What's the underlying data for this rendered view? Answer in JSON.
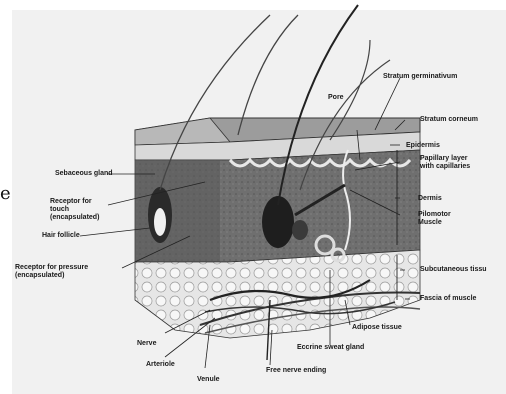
{
  "diagram": {
    "labels": {
      "stratum_germinativum": "Stratum germinativum",
      "pore": "Pore",
      "stratum_corneum": "Stratum corneum",
      "epidermis": "Epidermis",
      "papillary_layer": "Papillary layer with capillaries",
      "dermis": "Dermis",
      "pilomotor_muscle": "Pilomotor Muscle",
      "subcutaneous_tissue": "Subcutaneous tissu",
      "fascia_of_muscle": "Fascia of muscle",
      "adipose_tissue": "Adipose tissue",
      "eccrine_sweat_gland": "Eccrine sweat gland",
      "free_nerve_ending": "Free nerve ending",
      "venule": "Venule",
      "arteriole": "Arteriole",
      "nerve": "Nerve",
      "sebaceous_gland": "Sebaceous gland",
      "receptor_touch": "Receptor for touch (encapsulated)",
      "hair_follicle": "Hair follicle",
      "receptor_pressure": "Receptor for pressure (encapsulated)"
    },
    "edge_fragment": "e"
  }
}
